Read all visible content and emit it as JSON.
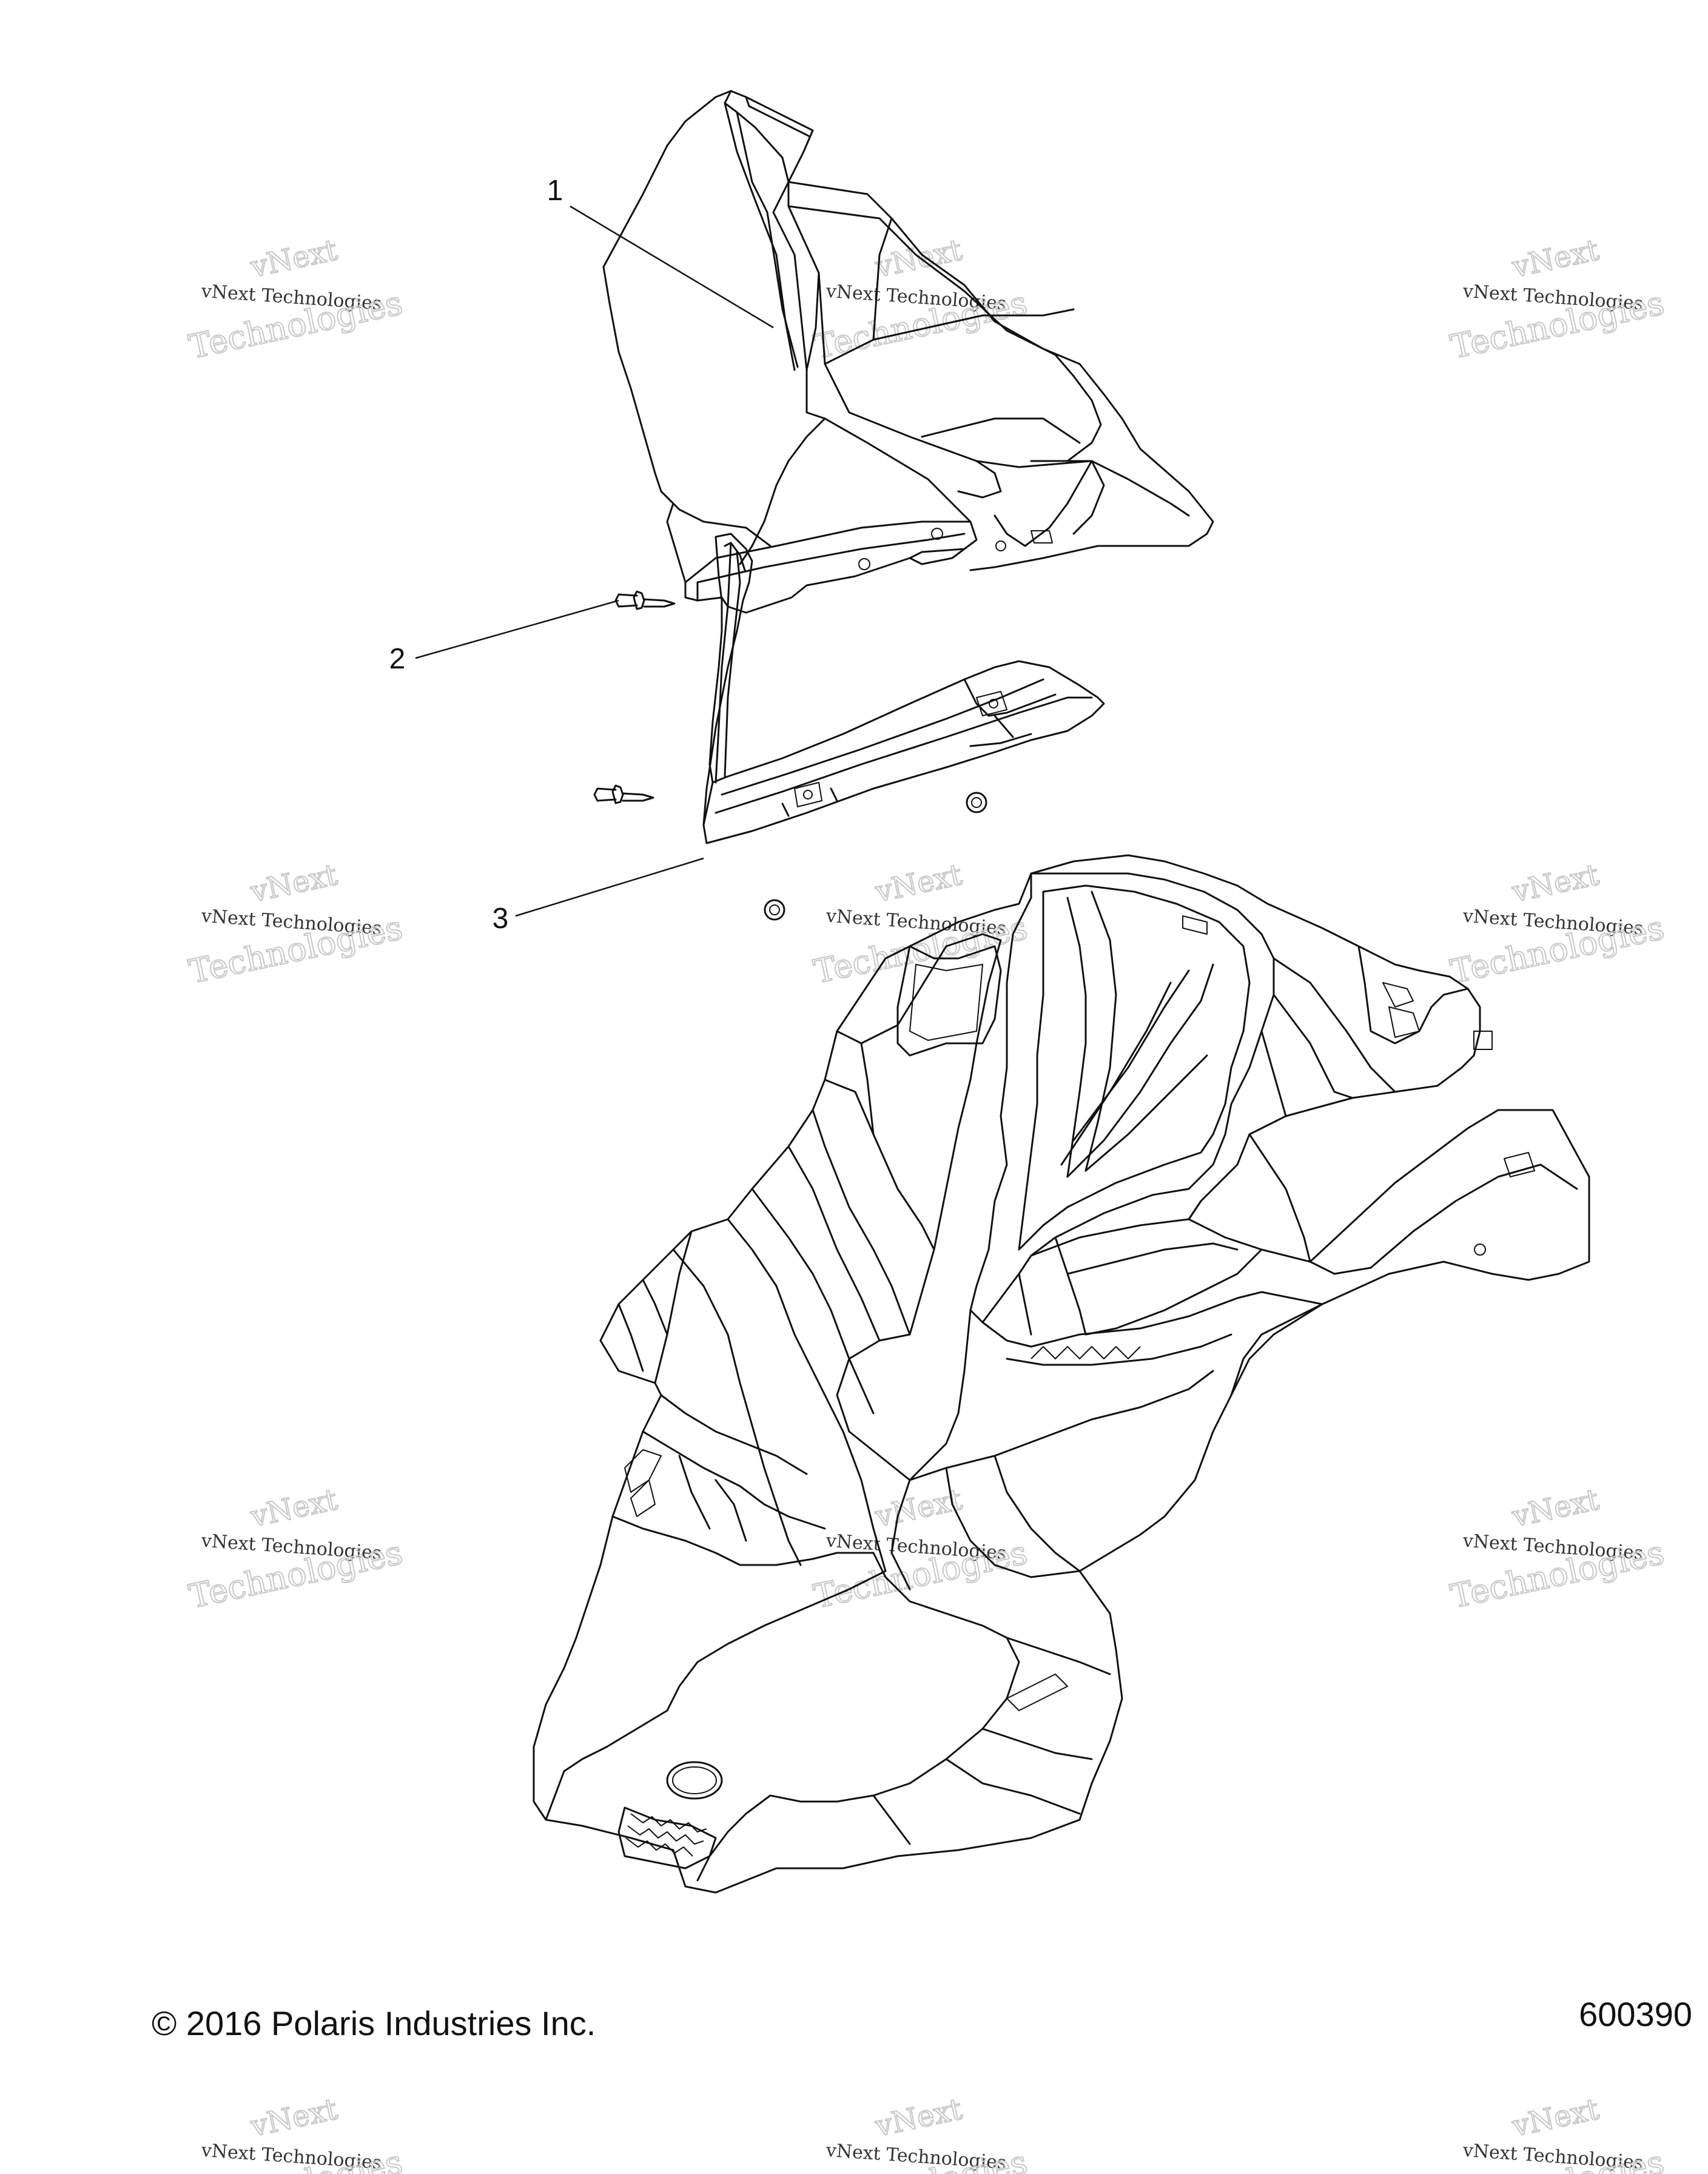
{
  "callouts": [
    {
      "id": "1",
      "label": "1",
      "part": "windshield"
    },
    {
      "id": "2",
      "label": "2",
      "part": "push-rivet"
    },
    {
      "id": "3",
      "label": "3",
      "part": "windshield-trim"
    }
  ],
  "footer": {
    "copyright": "© 2016 Polaris Industries Inc.",
    "figure_number": "600390"
  },
  "watermark": {
    "line1": "vNext Technologies",
    "line2": "Technologies",
    "line3": "vNext"
  },
  "colors": {
    "ink": "#111111",
    "watermark": "#c8c8c8",
    "background": "#ffffff"
  }
}
